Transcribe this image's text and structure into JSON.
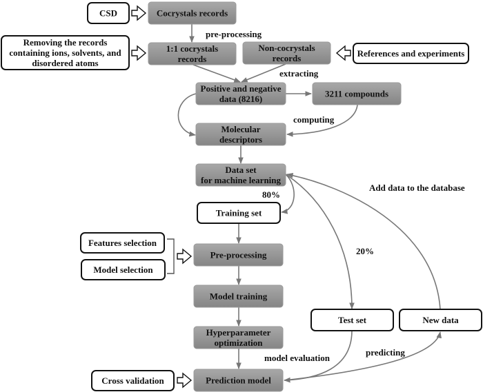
{
  "colors": {
    "process_box": "#8f8f8f",
    "input_box": "#ffffff",
    "arrow": "#777777"
  },
  "boxes": {
    "cocrystals_records": [
      "Cocrystals records"
    ],
    "one_one": [
      "1:1 cocrystals",
      "records"
    ],
    "non_cocrystals": [
      "Non-cocrystals",
      "records"
    ],
    "positive_negative": [
      "Positive and negative",
      "data (8216)"
    ],
    "compounds": [
      "3211 compounds"
    ],
    "molecular_descriptors": [
      "Molecular",
      "descriptors"
    ],
    "data_set": [
      "Data set",
      "for machine learning"
    ],
    "pre_processing": [
      "Pre-processing"
    ],
    "model_training": [
      "Model training"
    ],
    "hyperparameter": [
      "Hyperparameter",
      "optimization"
    ],
    "prediction_model": [
      "Prediction model"
    ],
    "csd": [
      "CSD"
    ],
    "removing": [
      "Removing the records",
      "containing ions, solvents, and",
      "disordered atoms"
    ],
    "references": [
      "References and experiments"
    ],
    "training_set": [
      "Training set"
    ],
    "features_selection": [
      "Features selection"
    ],
    "model_selection": [
      "Model selection"
    ],
    "test_set": [
      "Test set"
    ],
    "new_data": [
      "New data"
    ],
    "cross_validation": [
      "Cross validation"
    ]
  },
  "edge_labels": {
    "pre_processing": "pre-processing",
    "extracting": "extracting",
    "computing": "computing",
    "add_data": "Add data to the database",
    "train_pct": "80%",
    "test_pct": "20%",
    "model_evaluation": "model evaluation",
    "predicting": "predicting"
  }
}
